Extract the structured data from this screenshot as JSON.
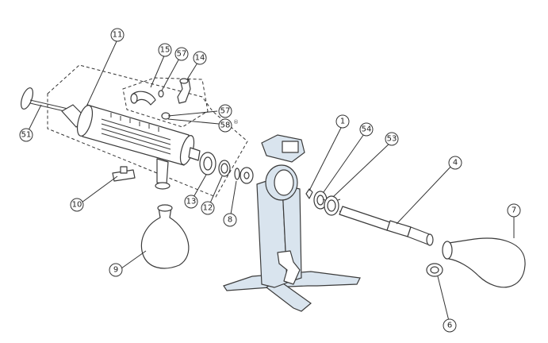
{
  "colors": {
    "line": "#3b3b3b",
    "frame_fill": "#d9e4ee",
    "background": "#ffffff"
  },
  "callouts": {
    "c1": "1",
    "c4": "4",
    "c6": "6",
    "c7": "7",
    "c8": "8",
    "c9": "9",
    "c10": "10",
    "c11": "11",
    "c12": "12",
    "c13": "13",
    "c14": "14",
    "c15": "15",
    "c51": "51",
    "c53": "53",
    "c54": "54",
    "c57a": "57",
    "c57b": "57",
    "c58": "58"
  },
  "registered_mark": "®"
}
